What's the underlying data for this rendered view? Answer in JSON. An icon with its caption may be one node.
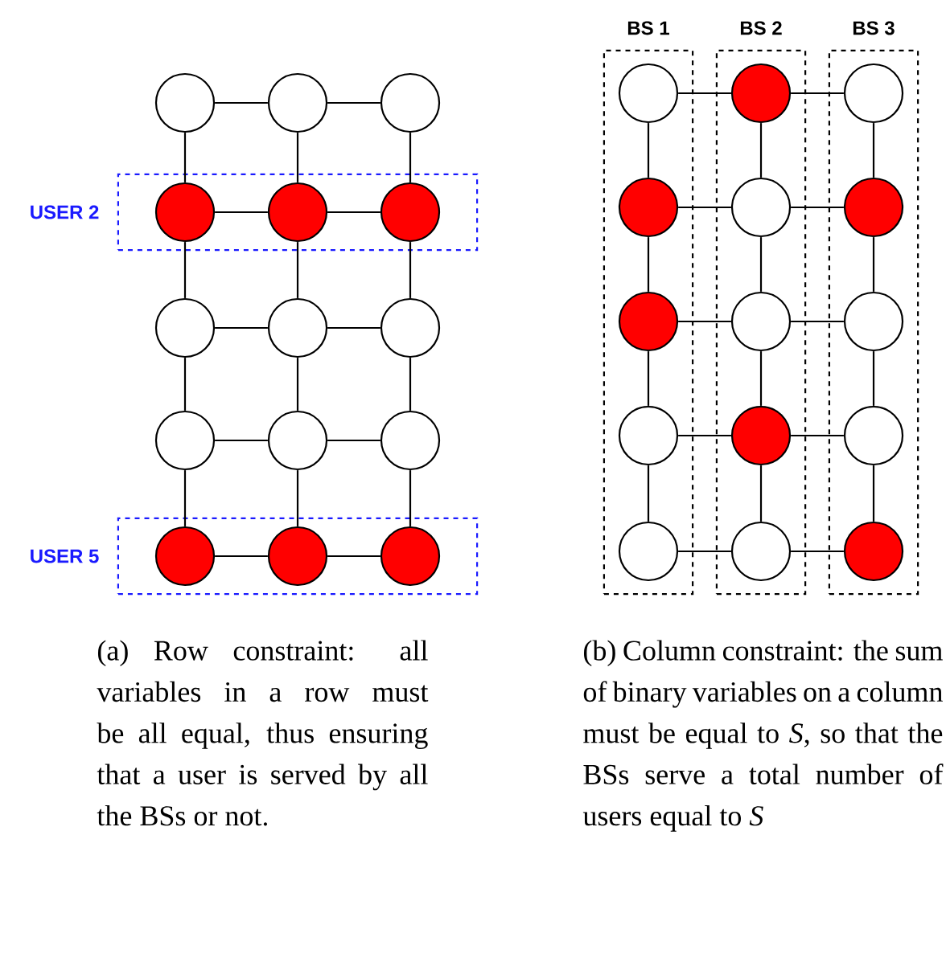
{
  "diagram": {
    "nodes": [
      {
        "text": [],
        "shape": "circle"
      },
      {
        "text": [],
        "shape": "circle"
      },
      {
        "text": [],
        "shape": "circle"
      },
      {
        "text": [
          "USER 2"
        ]
      },
      {
        "text": [],
        "shape": "circle",
        "in": 3
      },
      {
        "text": [],
        "shape": "circle",
        "in": 3
      },
      {
        "text": [],
        "shape": "circle",
        "in": 3
      },
      {
        "text": [],
        "shape": "circle"
      },
      {
        "text": [],
        "shape": "circle"
      },
      {
        "text": [],
        "shape": "circle"
      },
      {
        "text": [],
        "shape": "circle"
      },
      {
        "text": [],
        "shape": "circle"
      },
      {
        "text": [],
        "shape": "circle"
      },
      {
        "text": [
          "USER 5"
        ]
      },
      {
        "text": [],
        "shape": "circle",
        "in": 13
      },
      {
        "text": [],
        "shape": "circle",
        "in": 13
      },
      {
        "text": [],
        "shape": "circle",
        "in": 13
      },
      {
        "text": [
          "BS 1"
        ]
      },
      {
        "text": [],
        "shape": "circle",
        "in": 17
      },
      {
        "text": [],
        "shape": "circle",
        "in": 17
      },
      {
        "text": [],
        "shape": "circle",
        "in": 17
      },
      {
        "text": [],
        "shape": "circle",
        "in": 17
      },
      {
        "text": [],
        "shape": "circle",
        "in": 17
      },
      {
        "text": [
          "BS 2"
        ]
      },
      {
        "text": [],
        "shape": "circle",
        "in": 23
      },
      {
        "text": [],
        "shape": "circle",
        "in": 23
      },
      {
        "text": [],
        "shape": "circle",
        "in": 23
      },
      {
        "text": [],
        "shape": "circle",
        "in": 23
      },
      {
        "text": [],
        "shape": "circle",
        "in": 23
      },
      {
        "text": [
          "BS 3"
        ]
      },
      {
        "text": [],
        "shape": "circle",
        "in": 29
      },
      {
        "text": [],
        "shape": "circle",
        "in": 29
      },
      {
        "text": [],
        "shape": "circle",
        "in": 29
      },
      {
        "text": [],
        "shape": "circle",
        "in": 29
      },
      {
        "text": [],
        "shape": "circle",
        "in": 29
      }
    ],
    "edges": [
      {
        "from": 0,
        "to": 1,
        "arrow": "none"
      },
      {
        "from": 1,
        "to": 2,
        "arrow": "none"
      },
      {
        "from": 4,
        "to": 5,
        "arrow": "none"
      },
      {
        "from": 5,
        "to": 6,
        "arrow": "none"
      },
      {
        "from": 7,
        "to": 8,
        "arrow": "none"
      },
      {
        "from": 8,
        "to": 9,
        "arrow": "none"
      },
      {
        "from": 10,
        "to": 11,
        "arrow": "none"
      },
      {
        "from": 11,
        "to": 12,
        "arrow": "none"
      },
      {
        "from": 14,
        "to": 15,
        "arrow": "none"
      },
      {
        "from": 15,
        "to": 16,
        "arrow": "none"
      },
      {
        "from": 0,
        "to": 4,
        "arrow": "none"
      },
      {
        "from": 4,
        "to": 7,
        "arrow": "none"
      },
      {
        "from": 7,
        "to": 10,
        "arrow": "none"
      },
      {
        "from": 10,
        "to": 14,
        "arrow": "none"
      },
      {
        "from": 1,
        "to": 5,
        "arrow": "none"
      },
      {
        "from": 5,
        "to": 8,
        "arrow": "none"
      },
      {
        "from": 8,
        "to": 11,
        "arrow": "none"
      },
      {
        "from": 11,
        "to": 15,
        "arrow": "none"
      },
      {
        "from": 2,
        "to": 6,
        "arrow": "none"
      },
      {
        "from": 6,
        "to": 9,
        "arrow": "none"
      },
      {
        "from": 9,
        "to": 12,
        "arrow": "none"
      },
      {
        "from": 12,
        "to": 16,
        "arrow": "none"
      },
      {
        "from": 18,
        "to": 24,
        "arrow": "none"
      },
      {
        "from": 24,
        "to": 30,
        "arrow": "none"
      },
      {
        "from": 19,
        "to": 25,
        "arrow": "none"
      },
      {
        "from": 25,
        "to": 31,
        "arrow": "none"
      },
      {
        "from": 20,
        "to": 26,
        "arrow": "none"
      },
      {
        "from": 26,
        "to": 32,
        "arrow": "none"
      },
      {
        "from": 21,
        "to": 27,
        "arrow": "none"
      },
      {
        "from": 27,
        "to": 33,
        "arrow": "none"
      },
      {
        "from": 22,
        "to": 28,
        "arrow": "none"
      },
      {
        "from": 28,
        "to": 34,
        "arrow": "none"
      },
      {
        "from": 18,
        "to": 19,
        "arrow": "none"
      },
      {
        "from": 19,
        "to": 20,
        "arrow": "none"
      },
      {
        "from": 20,
        "to": 21,
        "arrow": "none"
      },
      {
        "from": 21,
        "to": 22,
        "arrow": "none"
      },
      {
        "from": 24,
        "to": 25,
        "arrow": "none"
      },
      {
        "from": 25,
        "to": 26,
        "arrow": "none"
      },
      {
        "from": 26,
        "to": 27,
        "arrow": "none"
      },
      {
        "from": 27,
        "to": 28,
        "arrow": "none"
      },
      {
        "from": 30,
        "to": 31,
        "arrow": "none"
      },
      {
        "from": 31,
        "to": 32,
        "arrow": "none"
      },
      {
        "from": 32,
        "to": 33,
        "arrow": "none"
      },
      {
        "from": 33,
        "to": 34,
        "arrow": "none"
      }
    ],
    "labels": [
      "(a) Row constraint: all variables in a row must be all equal, thus ensuring that a user is served by all the BSs or not.",
      "(b) Column constraint: the sum of binary variables on a column must be equal to *S*, so that the BSs serve a total number of users equal to *S*"
    ]
  }
}
